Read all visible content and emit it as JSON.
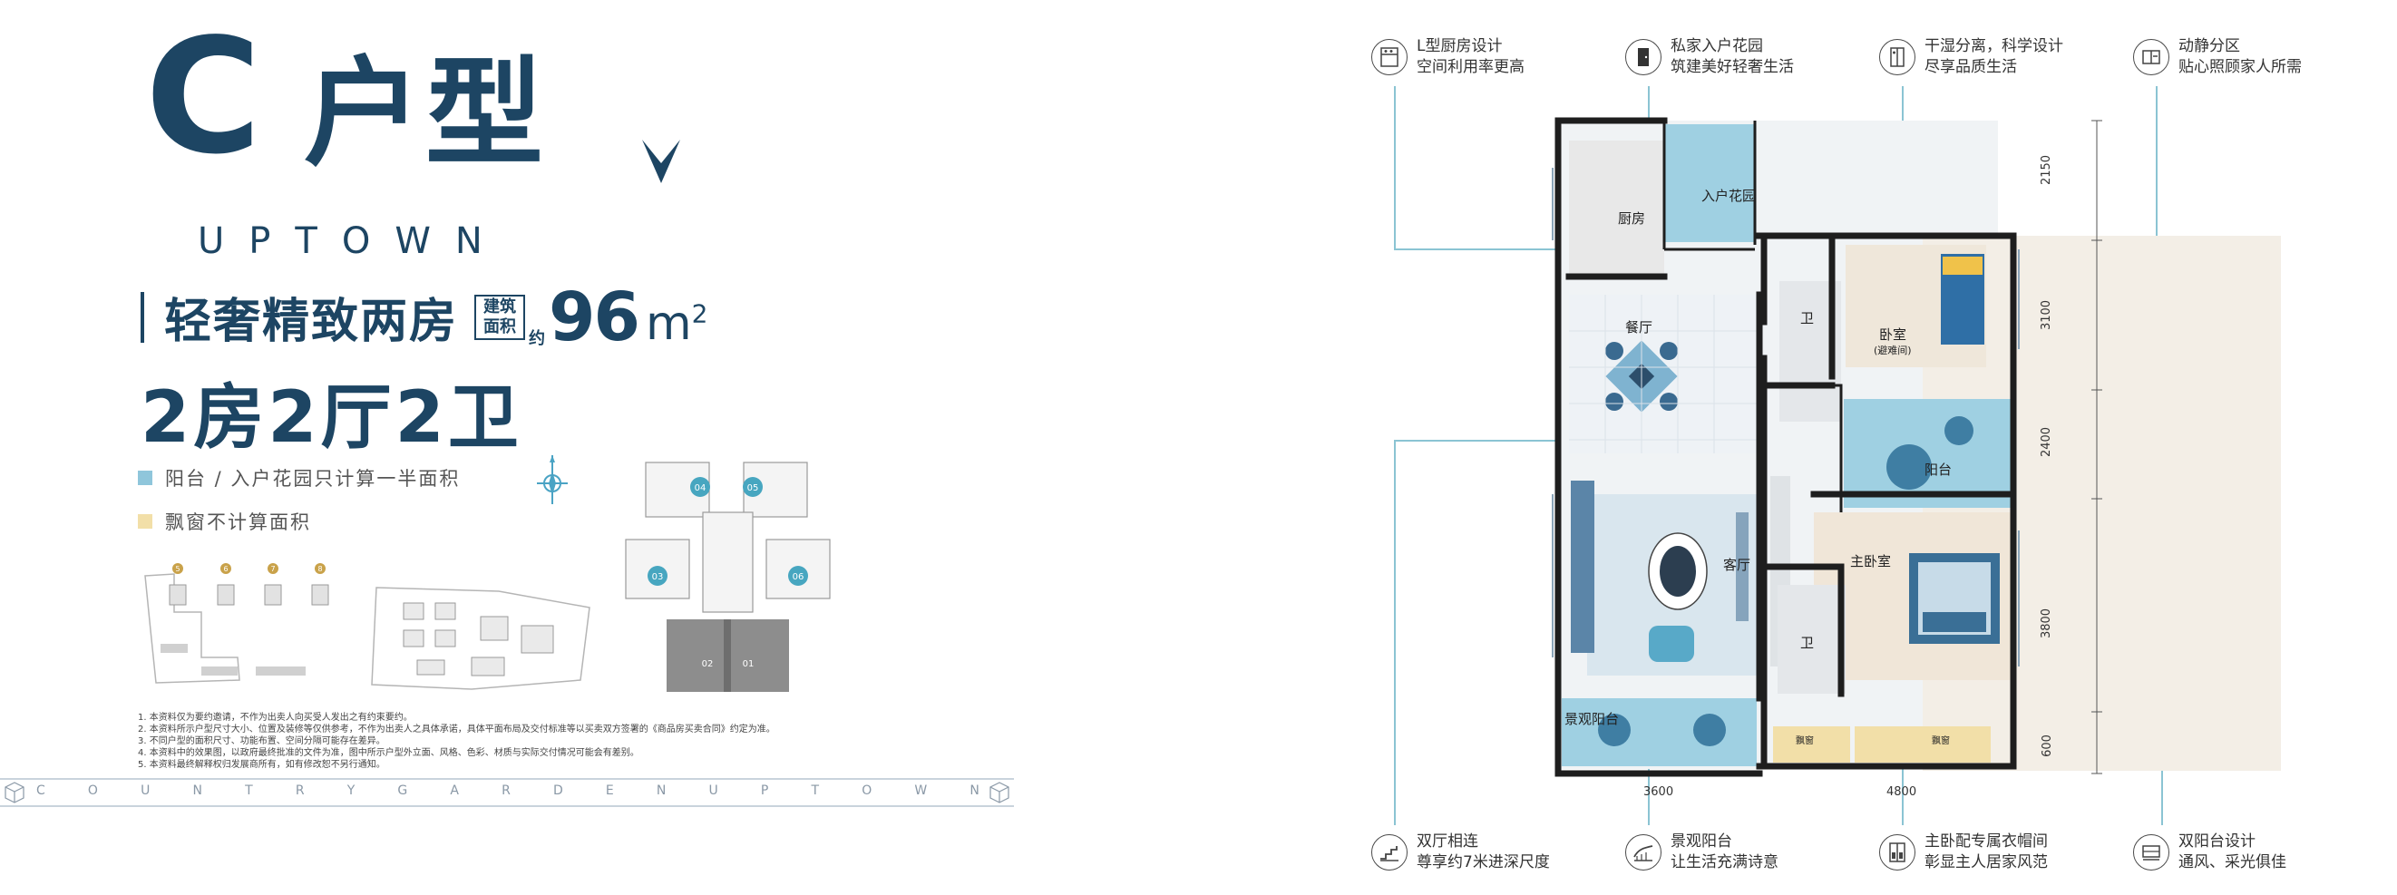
{
  "header": {
    "type_letter": "C",
    "type_cn": "户型",
    "brand": "UPTOWN",
    "subtitle": "轻奢精致两房",
    "area_tag_line1": "建筑",
    "area_tag_line2": "面积",
    "area_prefix": "约",
    "area_value": "96",
    "area_unit": "m",
    "area_unit_sup": "2",
    "rooms": "2房2厅2卫"
  },
  "legend": [
    {
      "text": "阳台 / 入户花园只计算一半面积",
      "color": "#8fc6db"
    },
    {
      "text": "飘窗不计算面积",
      "color": "#f2dfa8"
    }
  ],
  "site_markers": [
    "5",
    "6",
    "7",
    "8"
  ],
  "building_key": [
    "04",
    "05",
    "03",
    "06",
    "02",
    "01"
  ],
  "notes": [
    "1. 本资料仅为要约邀请，不作为出卖人向买受人发出之有约束要约。",
    "2. 本资料所示户型尺寸大小、位置及装修等仅供参考，不作为出卖人之具体承诺，具体平面布局及交付标准等以买卖双方签署的《商品房买卖合同》约定为准。",
    "3. 不同户型的面积尺寸、功能布置、空间分隔可能存在差异。",
    "4. 本资料中的效果图，以政府最终批准的文件为准，图中所示户型外立面、风格、色彩、材质与实际交付情况可能会有差别。",
    "5. 本资料最终解释权归发展商所有，如有修改恕不另行通知。"
  ],
  "footer": {
    "letters": [
      "C",
      "O",
      "U",
      "N",
      "T",
      "R",
      "Y",
      "G",
      "A",
      "R",
      "D",
      "E",
      "N",
      "U",
      "P",
      "T",
      "O",
      "W",
      "N"
    ]
  },
  "callouts_top": [
    {
      "icon": "kitchen-icon",
      "line1": "L型厨房设计",
      "line2": "空间利用率更高"
    },
    {
      "icon": "door-icon",
      "line1": "私家入户花园",
      "line2": "筑建美好轻奢生活"
    },
    {
      "icon": "bathroom-icon",
      "line1": "干湿分离，科学设计",
      "line2": "尽享品质生活"
    },
    {
      "icon": "zoning-icon",
      "line1": "动静分区",
      "line2": "贴心照顾家人所需"
    }
  ],
  "callouts_bottom": [
    {
      "icon": "stairs-icon",
      "line1": "双厅相连",
      "line2": "尊享约7米进深尺度"
    },
    {
      "icon": "balcony-view-icon",
      "line1": "景观阳台",
      "line2": "让生活充满诗意"
    },
    {
      "icon": "wardrobe-icon",
      "line1": "主卧配专属衣帽间",
      "line2": "彰显主人居家风范"
    },
    {
      "icon": "double-balcony-icon",
      "line1": "双阳台设计",
      "line2": "通风、采光俱佳"
    }
  ],
  "rooms_plan": {
    "kitchen": "厨房",
    "entry_garden": "入户花园",
    "dining": "餐厅",
    "living": "客厅",
    "bath1": "卫",
    "bedroom": "卧室",
    "bedroom_note": "(避难间)",
    "balcony": "阳台",
    "master": "主卧室",
    "bath2": "卫",
    "view_balcony": "景观阳台",
    "bay1": "飘窗",
    "bay2": "飘窗"
  },
  "dimensions": {
    "right": [
      "2150",
      "3100",
      "2400",
      "3800",
      "600"
    ],
    "bottom": [
      "3600",
      "4800"
    ]
  }
}
